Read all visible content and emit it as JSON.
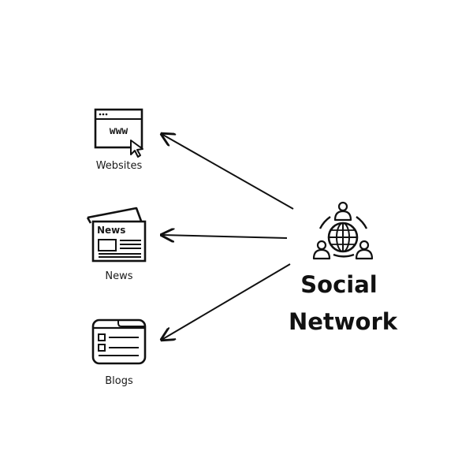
{
  "diagram": {
    "hub": {
      "title_line1": "Social",
      "title_line2": "Network",
      "icon": "social-network-globe-icon"
    },
    "nodes": [
      {
        "label": "Websites",
        "icon": "browser-www-icon",
        "in_icon_text": "www"
      },
      {
        "label": "News",
        "icon": "newspaper-icon",
        "in_icon_text": "News"
      },
      {
        "label": "Blogs",
        "icon": "blog-window-icon"
      }
    ],
    "edges": [
      {
        "from": "Social Network",
        "to": "Websites"
      },
      {
        "from": "Social Network",
        "to": "News"
      },
      {
        "from": "Social Network",
        "to": "Blogs"
      }
    ],
    "colors": {
      "stroke": "#111111",
      "background": "#ffffff"
    }
  }
}
